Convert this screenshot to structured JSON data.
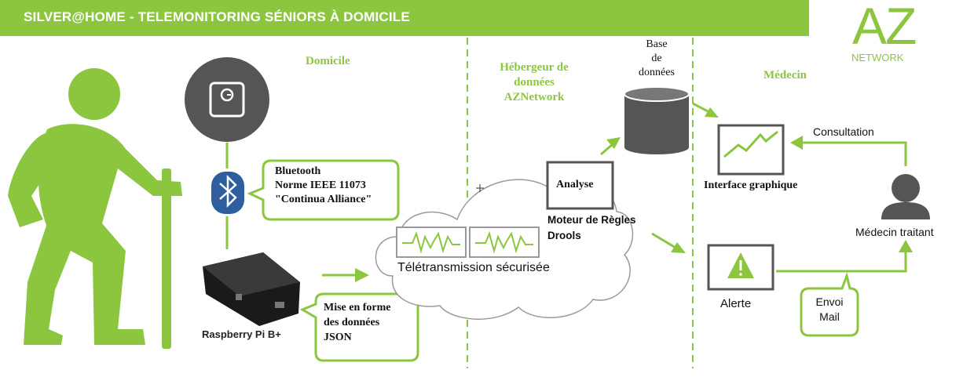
{
  "banner": {
    "title": "SILVER@HOME - TELEMONITORING SÉNIORS À DOMICILE"
  },
  "logo": {
    "main": "AZ",
    "sub": "NETWORK"
  },
  "sections": {
    "domicile": "Domicile",
    "hebergeur": [
      "Hébergeur de",
      "données",
      "AZNetwork"
    ],
    "medecin": "Médecin"
  },
  "bluetooth_callout": [
    "Bluetooth",
    "Norme IEEE 11073",
    "\"Continua Alliance\""
  ],
  "raspberry": "Raspberry Pi B+",
  "json_callout": [
    "Mise en forme",
    "des données",
    "JSON"
  ],
  "cloud": {
    "label": "Télétransmission sécurisée"
  },
  "analyse": "Analyse",
  "moteur": [
    "Moteur de Règles",
    "Drools"
  ],
  "base": [
    "Base",
    "de",
    "données"
  ],
  "interface": "Interface graphique",
  "consultation": "Consultation",
  "medecin_traitant": "Médecin traitant",
  "alerte": "Alerte",
  "envoi": [
    "Envoi",
    "Mail"
  ],
  "colors": {
    "accent": "#8cc63f",
    "gray_dark": "#555555",
    "bluetooth": "#2f5e9e"
  }
}
